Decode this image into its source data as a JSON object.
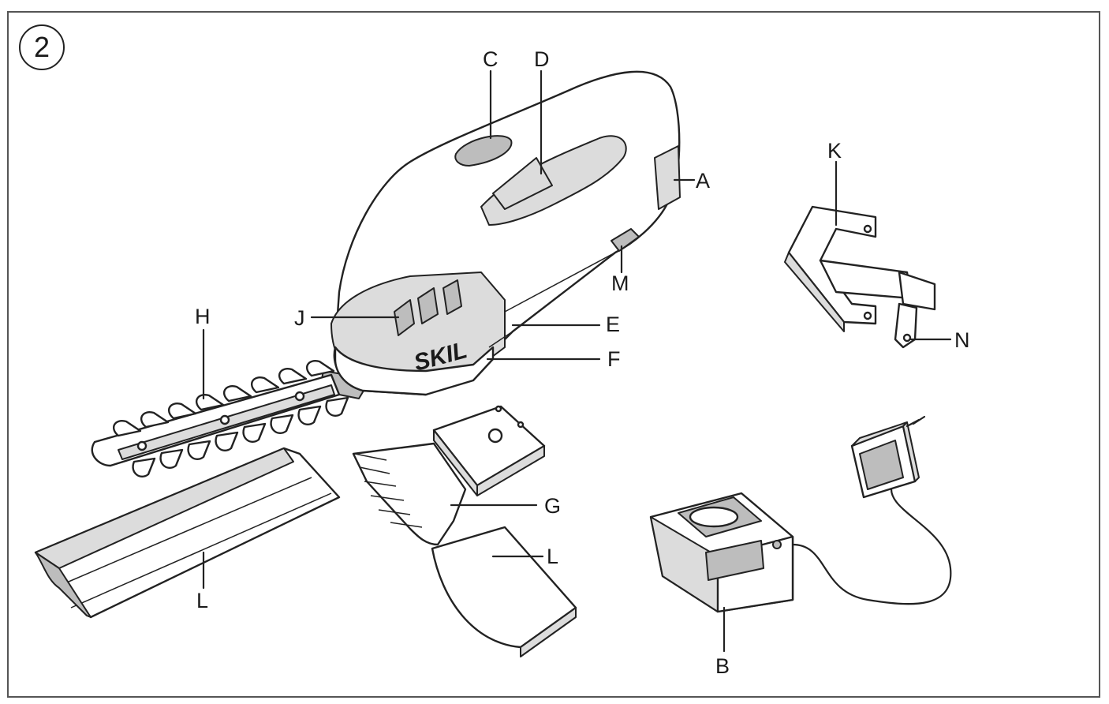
{
  "figure": {
    "number": "2",
    "brand": "SKIL",
    "callouts": {
      "A": "A",
      "B": "B",
      "C": "C",
      "D": "D",
      "E": "E",
      "F": "F",
      "G": "G",
      "H": "H",
      "J": "J",
      "K": "K",
      "L_hedge": "L",
      "L_grass": "L",
      "M": "M",
      "N": "N"
    }
  }
}
